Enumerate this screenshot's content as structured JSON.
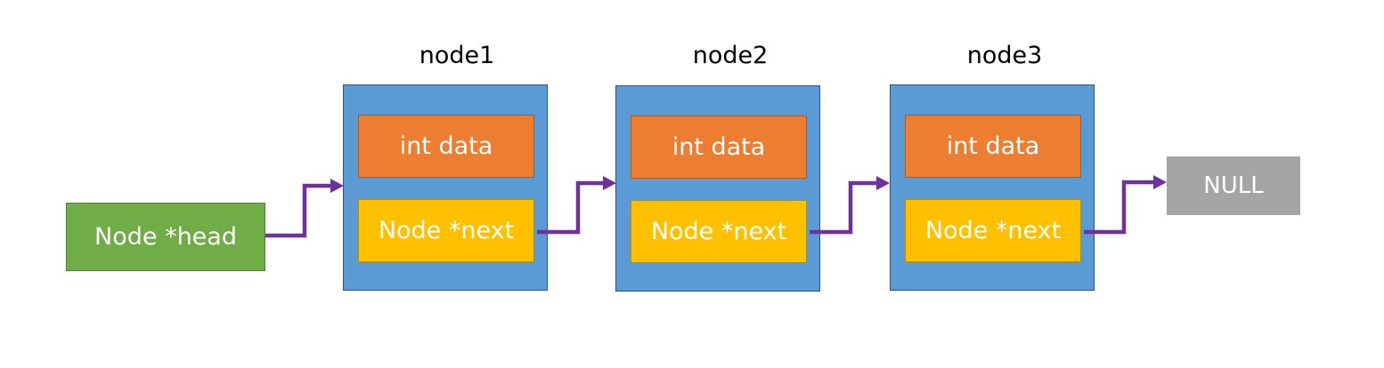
{
  "colors": {
    "node_fill": "#5b9bd5",
    "data_fill": "#ed7d31",
    "next_fill": "#ffc000",
    "head_fill": "#70ad47",
    "null_fill": "#a5a5a5",
    "arrow": "#7030a0"
  },
  "head": {
    "label": "Node *head"
  },
  "nodes": [
    {
      "title": "node1",
      "data_label": "int data",
      "next_label": "Node *next"
    },
    {
      "title": "node2",
      "data_label": "int data",
      "next_label": "Node *next"
    },
    {
      "title": "node3",
      "data_label": "int data",
      "next_label": "Node *next"
    }
  ],
  "null_box": {
    "label": "NULL"
  }
}
